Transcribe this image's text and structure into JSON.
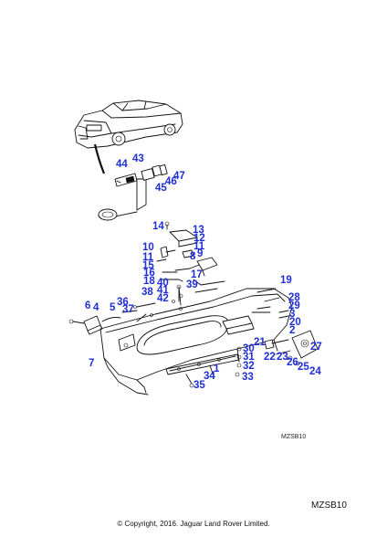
{
  "diagram": {
    "ref_code_small": "MZSB10",
    "ref_code_large": "MZSB10",
    "copyright": "© Copyright, 2016. Jaguar Land Rover Limited."
  },
  "labels": [
    {
      "id": "43",
      "text": "43"
    },
    {
      "id": "44",
      "text": "44"
    },
    {
      "id": "47",
      "text": "47"
    },
    {
      "id": "46",
      "text": "46"
    },
    {
      "id": "45",
      "text": "45"
    },
    {
      "id": "14",
      "text": "14"
    },
    {
      "id": "13",
      "text": "13"
    },
    {
      "id": "12",
      "text": "12"
    },
    {
      "id": "11a",
      "text": "11"
    },
    {
      "id": "9",
      "text": "9"
    },
    {
      "id": "10",
      "text": "10"
    },
    {
      "id": "11b",
      "text": "11"
    },
    {
      "id": "15",
      "text": "15"
    },
    {
      "id": "8",
      "text": "8"
    },
    {
      "id": "16",
      "text": "16"
    },
    {
      "id": "17",
      "text": "17"
    },
    {
      "id": "18",
      "text": "18"
    },
    {
      "id": "40",
      "text": "40"
    },
    {
      "id": "39",
      "text": "39"
    },
    {
      "id": "19",
      "text": "19"
    },
    {
      "id": "38",
      "text": "38"
    },
    {
      "id": "41",
      "text": "41"
    },
    {
      "id": "42",
      "text": "42"
    },
    {
      "id": "28",
      "text": "28"
    },
    {
      "id": "29",
      "text": "29"
    },
    {
      "id": "36",
      "text": "36"
    },
    {
      "id": "6",
      "text": "6"
    },
    {
      "id": "4",
      "text": "4"
    },
    {
      "id": "5",
      "text": "5"
    },
    {
      "id": "37",
      "text": "37"
    },
    {
      "id": "3",
      "text": "3"
    },
    {
      "id": "20",
      "text": "20"
    },
    {
      "id": "2",
      "text": "2"
    },
    {
      "id": "21",
      "text": "21"
    },
    {
      "id": "27",
      "text": "27"
    },
    {
      "id": "30",
      "text": "30"
    },
    {
      "id": "22",
      "text": "22"
    },
    {
      "id": "23",
      "text": "23"
    },
    {
      "id": "31",
      "text": "31"
    },
    {
      "id": "26",
      "text": "26"
    },
    {
      "id": "25",
      "text": "25"
    },
    {
      "id": "24",
      "text": "24"
    },
    {
      "id": "7",
      "text": "7"
    },
    {
      "id": "32",
      "text": "32"
    },
    {
      "id": "1",
      "text": "1"
    },
    {
      "id": "34",
      "text": "34"
    },
    {
      "id": "33",
      "text": "33"
    },
    {
      "id": "35",
      "text": "35"
    }
  ]
}
